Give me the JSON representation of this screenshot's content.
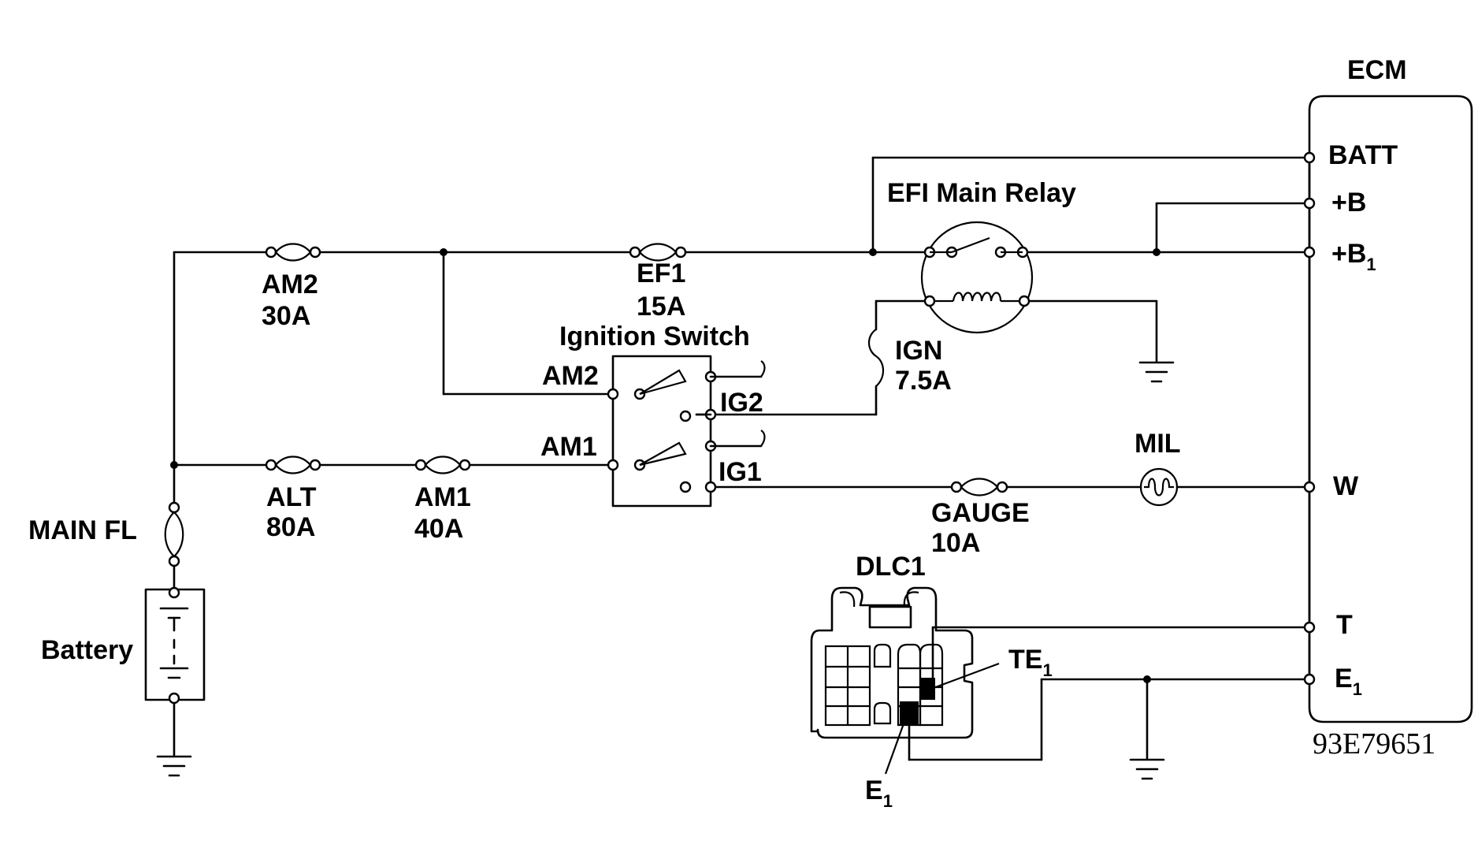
{
  "diagram": {
    "ecm_title": "ECM",
    "ecm_pins": {
      "batt": "BATT",
      "plus_b": "+B",
      "plus_b1": "+B",
      "w": "W",
      "t": "T",
      "e1": "E"
    },
    "subscript_1": "1",
    "relay_label": "EFI Main Relay",
    "ignition_switch_label": "Ignition Switch",
    "switch_terminals": {
      "am2": "AM2",
      "am1": "AM1",
      "ig2": "IG2",
      "ig1": "IG1"
    },
    "fuses": {
      "am2": {
        "name": "AM2",
        "rating": "30A"
      },
      "ef1": {
        "name": "EF1",
        "rating": "15A"
      },
      "ign": {
        "name": "IGN",
        "rating": "7.5A"
      },
      "alt": {
        "name": "ALT",
        "rating": "80A"
      },
      "am1": {
        "name": "AM1",
        "rating": "40A"
      },
      "gauge": {
        "name": "GAUGE",
        "rating": "10A"
      }
    },
    "main_fl_label": "MAIN FL",
    "battery_label": "Battery",
    "mil_label": "MIL",
    "dlc_label": "DLC1",
    "dlc_te1": "TE",
    "dlc_e1": "E",
    "figure_code": "93E79651"
  }
}
